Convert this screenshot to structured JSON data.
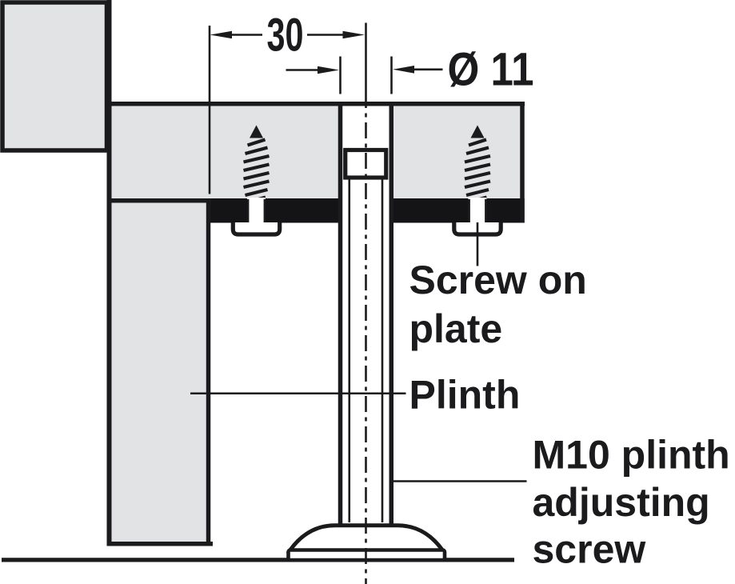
{
  "dimensions": {
    "width_30": "30",
    "diameter_11": "Ø 11"
  },
  "labels": {
    "screw_on_plate": [
      "Screw on",
      "plate"
    ],
    "plinth": "Plinth",
    "adjusting_screw": [
      "M10 plinth",
      "adjusting",
      "screw"
    ]
  },
  "colors": {
    "panel_gray": "#e2e3e5",
    "line_black": "#1b1b1d",
    "plate_black": "#141416",
    "background": "#ffffff"
  }
}
